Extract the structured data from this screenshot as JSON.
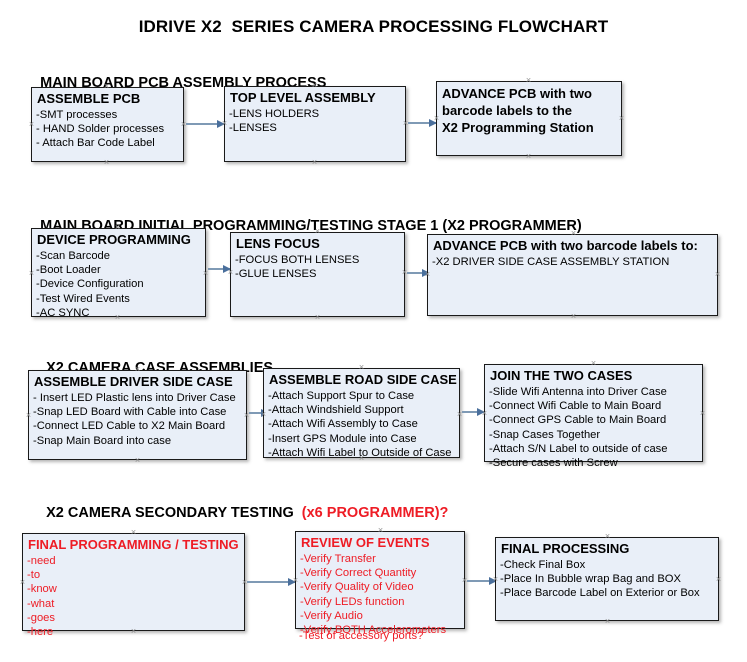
{
  "title": "IDRIVE X2  SERIES CAMERA PROCESSING FLOWCHART",
  "colors": {
    "box_fill": "#e9eff8",
    "box_border": "#1a1a1a",
    "arrow": "#7f9ab5",
    "arrow_head": "#4a6f9c",
    "text": "#000000",
    "accent_red": "#ee1c25",
    "background": "#ffffff"
  },
  "sections": [
    {
      "id": "main-board-pcb-assembly",
      "header": "MAIN BOARD PCB ASSEMBLY PROCESS",
      "header_accent": "",
      "boxes": [
        {
          "id": "assemble-pcb",
          "title": "ASSEMBLE PCB",
          "title_lines": [],
          "lines": [
            "-SMT processes",
            "- HAND Solder processes",
            "- Attach Bar Code Label"
          ],
          "red": false
        },
        {
          "id": "top-level-assembly",
          "title": "TOP LEVEL ASSEMBLY",
          "title_lines": [],
          "lines": [
            "-LENS HOLDERS",
            "-LENSES"
          ],
          "red": false
        },
        {
          "id": "advance-pcb-programming-station",
          "title": "",
          "title_lines": [
            "ADVANCE PCB with two",
            "barcode labels to the",
            " X2 Programming Station"
          ],
          "lines": [],
          "red": false
        }
      ]
    },
    {
      "id": "main-board-initial-programming",
      "header": "MAIN BOARD INITIAL PROGRAMMING/TESTING STAGE 1 (X2 PROGRAMMER)",
      "header_accent": "",
      "boxes": [
        {
          "id": "device-programming",
          "title": "DEVICE PROGRAMMING",
          "title_lines": [],
          "lines": [
            "-Scan Barcode",
            "-Boot Loader",
            "-Device Configuration",
            "-Test Wired Events",
            "-AC SYNC"
          ],
          "red": false
        },
        {
          "id": "lens-focus",
          "title": "LENS FOCUS",
          "title_lines": [],
          "lines": [
            "-FOCUS BOTH LENSES",
            "-GLUE LENSES"
          ],
          "red": false
        },
        {
          "id": "advance-pcb-driver-side-station",
          "title": "ADVANCE PCB with two barcode labels to:",
          "title_lines": [],
          "lines": [
            "-X2 DRIVER  SIDE  CASE  ASSEMBLY STATION"
          ],
          "red": false
        }
      ]
    },
    {
      "id": "x2-camera-case-assemblies",
      "header": "X2 CAMERA CASE ASSEMBLIES",
      "header_accent": "",
      "boxes": [
        {
          "id": "assemble-driver-side-case",
          "title": "ASSEMBLE DRIVER SIDE CASE",
          "title_lines": [],
          "lines": [
            "- Insert LED Plastic lens into Driver Case",
            "-Snap LED Board with Cable into Case",
            "-Connect LED Cable to X2 Main Board",
            "-Snap Main Board into case"
          ],
          "red": false
        },
        {
          "id": "assemble-road-side-case",
          "title": "ASSEMBLE ROAD SIDE CASE",
          "title_lines": [],
          "lines": [
            "-Attach Support Spur to Case",
            "-Attach Windshield Support",
            "-Attach Wifi Assembly to Case",
            "-Insert GPS Module into Case",
            "-Attach Wifi Label to Outside of Case"
          ],
          "red": false
        },
        {
          "id": "join-the-two-cases",
          "title": "JOIN THE TWO CASES",
          "title_lines": [],
          "lines": [
            "-Slide Wifi Antenna into Driver Case",
            "-Connect Wifi Cable to Main Board",
            "-Connect GPS Cable to Main Board",
            "-Snap Cases Together",
            "-Attach S/N Label to outside of case",
            "-Secure cases with Screw"
          ],
          "red": false
        }
      ]
    },
    {
      "id": "x2-camera-secondary-testing",
      "header": "X2 CAMERA SECONDARY TESTING ",
      "header_accent": " (x6 PROGRAMMER)?",
      "boxes": [
        {
          "id": "final-programming-testing",
          "title": "FINAL PROGRAMMING / TESTING",
          "title_lines": [],
          "lines": [
            "-need",
            "-to",
            "-know",
            "-what",
            "-goes",
            "-here"
          ],
          "red": true
        },
        {
          "id": "review-of-events",
          "title": "REVIEW OF EVENTS",
          "title_lines": [],
          "lines": [
            "-Verify Transfer",
            "-Verify Correct Quantity",
            "-Verify Quality of Video",
            "-Verify LEDs function",
            "-Verify Audio",
            "-Verify BOTH Accelerometers"
          ],
          "overflow_line": "-Test of accessory ports?",
          "red": true
        },
        {
          "id": "final-processing",
          "title": "FINAL PROCESSING",
          "title_lines": [],
          "lines": [
            " -Check Final Box",
            "-Place In Bubble wrap Bag and BOX",
            "-Place Barcode Label on Exterior or Box"
          ],
          "red": false
        }
      ]
    }
  ]
}
